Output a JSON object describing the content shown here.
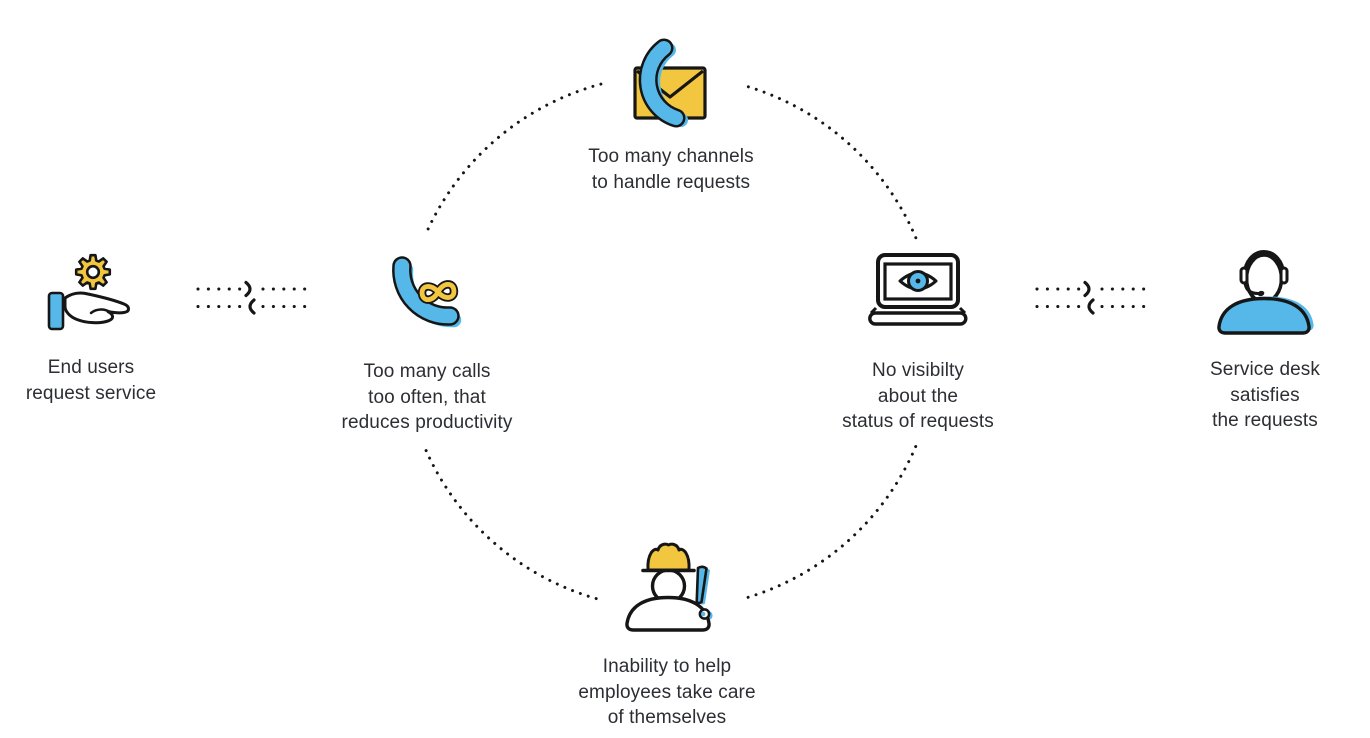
{
  "diagram_title": "",
  "colors": {
    "blue": "#55B8E9",
    "yellow": "#F3C640",
    "outline": "#161616",
    "text": "#2C2E33",
    "bg": "#FFFFFF"
  },
  "nodes": [
    {
      "id": "end-users",
      "icon": "hand-gear-icon",
      "lines": [
        "End users",
        "request service"
      ]
    },
    {
      "id": "too-many-calls",
      "icon": "phone-infinity-icon",
      "lines": [
        "Too many calls",
        "too often, that",
        "reduces productivity"
      ]
    },
    {
      "id": "too-many-channels",
      "icon": "phone-envelope-icon",
      "lines": [
        "Too many channels",
        "to handle requests"
      ]
    },
    {
      "id": "no-visibility",
      "icon": "laptop-eye-icon",
      "lines": [
        "No visibilty",
        "about the",
        "status of requests"
      ]
    },
    {
      "id": "inability",
      "icon": "worker-alert-icon",
      "lines": [
        "Inability to help",
        "employees take care",
        "of themselves"
      ]
    },
    {
      "id": "service-desk",
      "icon": "support-agent-icon",
      "lines": [
        "Service desk",
        "satisfies",
        "the requests"
      ]
    }
  ],
  "connectors": {
    "left_arrow": "bidirectional-dotted-arrow",
    "right_arrow": "bidirectional-dotted-arrow",
    "circle": "dotted-circle"
  }
}
